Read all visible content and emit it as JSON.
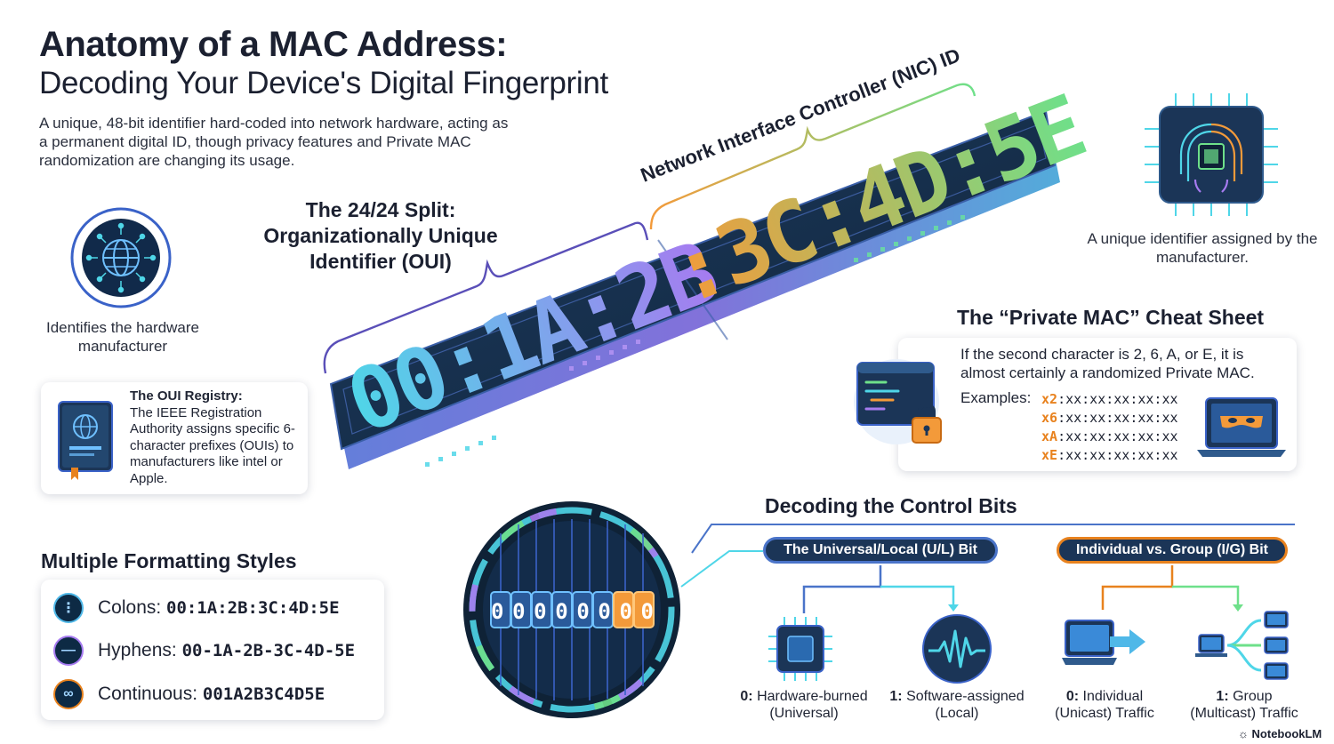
{
  "header": {
    "title": "Anatomy of a MAC Address:",
    "subtitle": "Decoding Your Device's Digital Fingerprint",
    "intro": "A unique, 48-bit identifier hard-coded into network hardware, acting as a permanent digital ID, though privacy features and Private MAC randomization are changing its usage."
  },
  "address": {
    "oui": "00:1A:2B",
    "nic": ":3C:4D:5E",
    "nic_label": "Network Interface Controller (NIC) ID",
    "split_label": "The 24/24 Split: Organizationally Unique Identifier (OUI)",
    "oui_caption": "Identifies the hardware manufacturer",
    "nic_caption": "A unique identifier assigned by the manufacturer."
  },
  "registry": {
    "title": "The OUI Registry:",
    "body": "The IEEE Registration Authority assigns specific 6-character prefixes (OUIs) to manufacturers like intel or Apple."
  },
  "formats": {
    "title": "Multiple Formatting Styles",
    "items": [
      {
        "label": "Colons:",
        "code": "00:1A:2B:3C:4D:5E",
        "icon": "dots-icon"
      },
      {
        "label": "Hyphens:",
        "code": "00-1A-2B-3C-4D-5E",
        "icon": "dash-icon"
      },
      {
        "label": "Continuous:",
        "code": "001A2B3C4D5E",
        "icon": "link-icon"
      }
    ]
  },
  "cheat_sheet": {
    "title": "The “Private MAC” Cheat Sheet",
    "body": "If the second character is 2, 6, A, or E, it is almost certainly a randomized Private MAC.",
    "examples_label": "Examples:",
    "examples": [
      {
        "prefix": "x2",
        "rest": ":xx:xx:xx:xx:xx"
      },
      {
        "prefix": "x6",
        "rest": ":xx:xx:xx:xx:xx"
      },
      {
        "prefix": "xA",
        "rest": ":xx:xx:xx:xx:xx"
      },
      {
        "prefix": "xE",
        "rest": ":xx:xx:xx:xx:xx"
      }
    ]
  },
  "control_bits": {
    "title": "Decoding the Control Bits",
    "bit_digits": "00000000",
    "ul_bit": {
      "label": "The Universal/Local (U/L) Bit",
      "zero_value": "0:",
      "zero_text": "Hardware-burned",
      "zero_sub": "(Universal)",
      "one_value": "1:",
      "one_text": "Software-assigned",
      "one_sub": "(Local)"
    },
    "ig_bit": {
      "label": "Individual vs. Group (I/G) Bit",
      "zero_value": "0:",
      "zero_text": "Individual",
      "zero_sub": "(Unicast) Traffic",
      "one_value": "1:",
      "one_text": "Group",
      "one_sub": "(Multicast) Traffic"
    }
  },
  "footer": {
    "brand": "NotebookLM"
  },
  "colors": {
    "navy": "#1b3557",
    "oui_gradient": [
      "#4fd6e8",
      "#a67bf0"
    ],
    "nic_gradient": [
      "#f39a3a",
      "#6ee08a"
    ],
    "orange": "#e8821e",
    "blue": "#4a74c9"
  }
}
